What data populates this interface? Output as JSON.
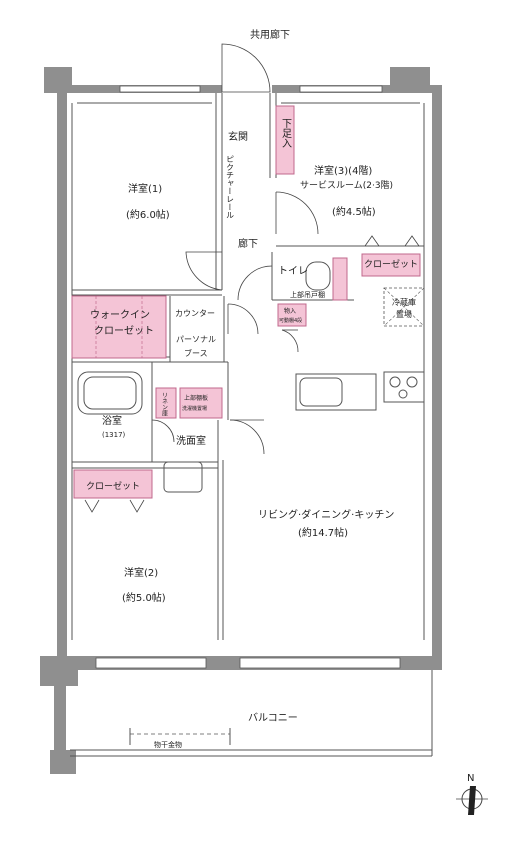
{
  "labels": {
    "corridor_common": "共用廊下",
    "entrance": "玄関",
    "picture_rail": "ピクチャーレール",
    "shoe_storage": "下足入",
    "room1_name": "洋室(1)",
    "room1_size": "(約6.0帖)",
    "room3_name": "洋室(3)(4階)",
    "room3_sub": "サービスルーム(2·3階)",
    "room3_size": "(約4.5帖)",
    "hallway": "廊下",
    "toilet": "トイレ",
    "upper_cabinet": "上部吊戸棚",
    "closet3": "クローゼット",
    "fridge1": "冷蔵庫",
    "fridge2": "置場",
    "storage_small1": "物入",
    "storage_small2": "可動棚4段",
    "walkin1": "ウォークイン",
    "walkin2": "クローゼット",
    "counter": "カウンター",
    "personal1": "パーソナル",
    "personal2": "ブース",
    "linen": "リネン庫",
    "upper_shelf1": "上部棚板",
    "upper_shelf2": "洗濯機置場",
    "bath_name": "浴室",
    "bath_size": "(1317)",
    "washroom": "洗面室",
    "closet2": "クローゼット",
    "ldk_name": "リビング·ダイニング·キッチン",
    "ldk_size": "(約14.7帖)",
    "room2_name": "洋室(2)",
    "room2_size": "(約5.0帖)",
    "balcony": "バルコニー",
    "dryer": "物干金物",
    "north": "N"
  },
  "colors": {
    "wall": "#8f8f8f",
    "storage_fill": "#f4c4d6",
    "storage_stroke": "#c0688c"
  }
}
